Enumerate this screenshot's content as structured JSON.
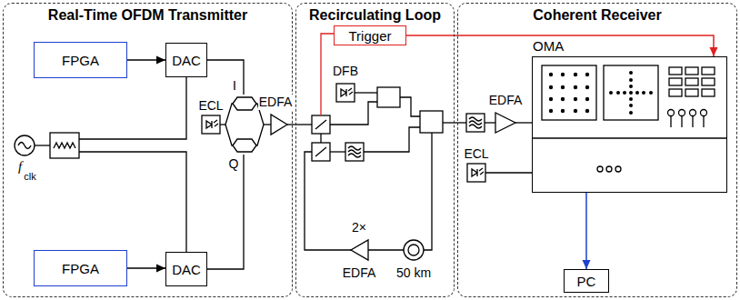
{
  "diagram": {
    "nodes": [
      {
        "text": [
          "Real-Time OFDM Transmitter"
        ]
      },
      {
        "text": [
          "FPGA"
        ],
        "in": 0
      },
      {
        "text": [
          "DAC"
        ],
        "in": 0
      },
      {
        "text": [
          "FPGA"
        ],
        "in": 0
      },
      {
        "text": [
          "DAC"
        ],
        "in": 0
      },
      {
        "text": [
          "Recirculating Loop"
        ]
      },
      {
        "text": [
          "Trigger"
        ],
        "in": 5
      },
      {
        "text": [
          "Coherent Receiver"
        ]
      },
      {
        "text": [
          "OMA"
        ],
        "in": 7
      },
      {
        "text": [
          "PC"
        ],
        "in": 7
      }
    ],
    "edges": [
      {
        "from": 1,
        "to": 2,
        "arrow": "to"
      },
      {
        "from": 3,
        "to": 4,
        "arrow": "to"
      },
      {
        "from": 6,
        "to": 8,
        "arrow": "to"
      },
      {
        "from": 8,
        "to": 9,
        "arrow": "to"
      }
    ],
    "labels": [
      "f",
      "clk",
      "ECL",
      "I",
      "Q",
      "EDFA",
      "DFB",
      "2×",
      "EDFA",
      "50 km",
      "EDFA",
      "ECL"
    ]
  }
}
